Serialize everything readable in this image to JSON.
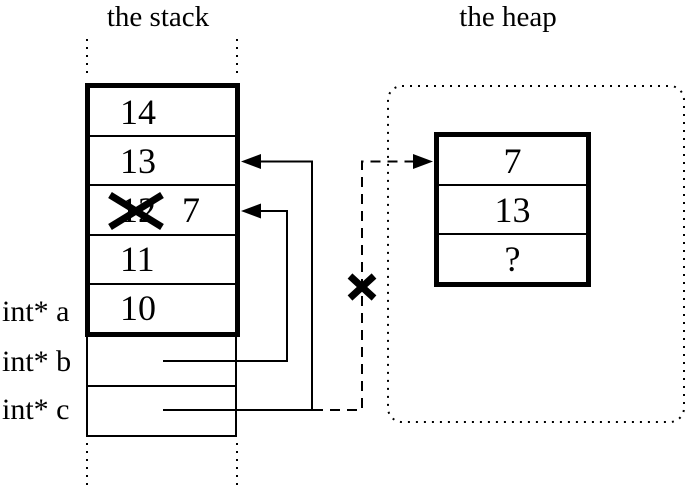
{
  "colors": {
    "ink": "#000000",
    "background": "#ffffff"
  },
  "titles": {
    "stack": "the stack",
    "heap": "the heap"
  },
  "stack": {
    "cells": [
      {
        "value": "14"
      },
      {
        "value": "13"
      },
      {
        "value": "12",
        "crossed_out": true,
        "new_value": "7"
      },
      {
        "value": "11"
      },
      {
        "value": "10"
      }
    ]
  },
  "pointer_vars": {
    "labels": [
      {
        "label": "int* a"
      },
      {
        "label": "int* b"
      },
      {
        "label": "int* c"
      }
    ]
  },
  "heap": {
    "cells": [
      {
        "value": "7"
      },
      {
        "value": "13"
      },
      {
        "value": "?"
      }
    ]
  }
}
